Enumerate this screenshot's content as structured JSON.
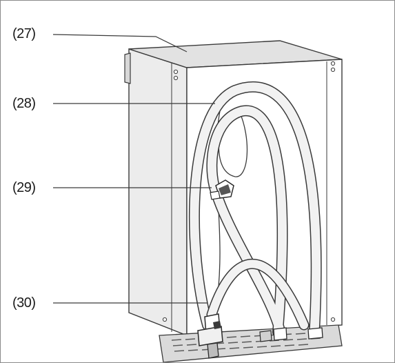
{
  "callouts": [
    {
      "label": "(27)"
    },
    {
      "label": "(28)"
    },
    {
      "label": "(29)"
    },
    {
      "label": "(30)"
    }
  ],
  "colors": {
    "line": "#3a3a3a",
    "cabinet_side": "#ededed",
    "cabinet_top": "#e4e4e4",
    "base": "#dcdcdc",
    "hose_fill": "#f2f2f2"
  }
}
